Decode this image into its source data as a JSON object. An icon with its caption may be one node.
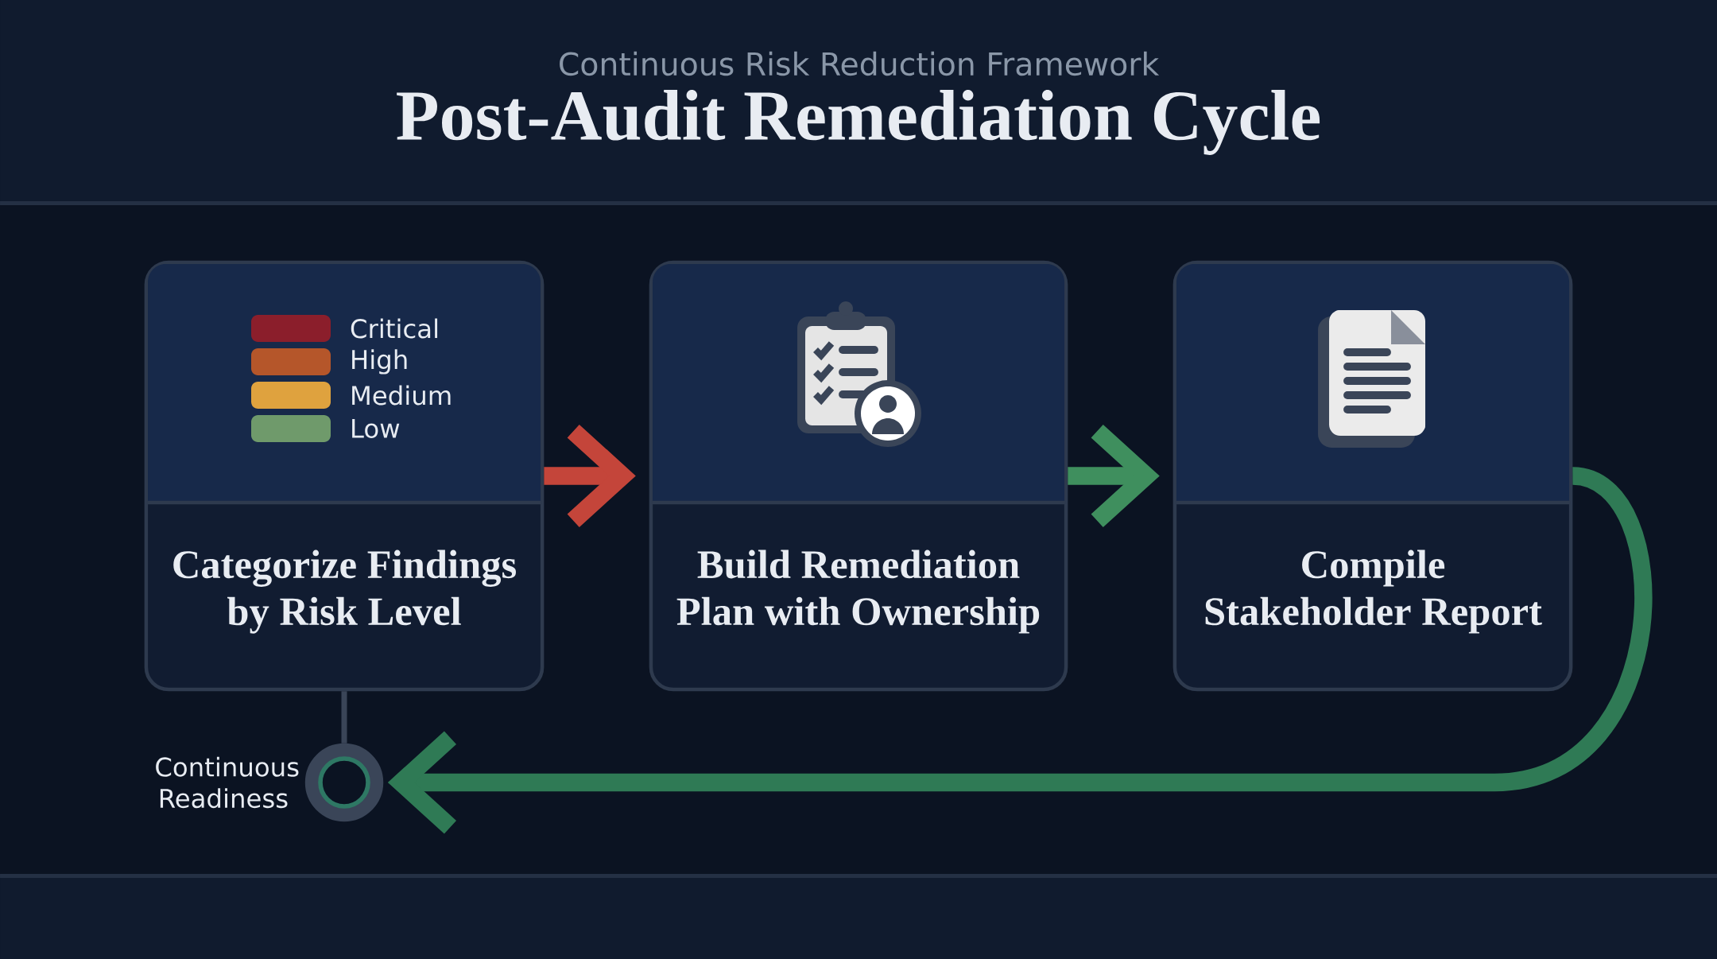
{
  "diagram": {
    "title": "Post-Audit Remediation Cycle",
    "nodes": [
      {
        "text": [
          "Categorize Findings by Risk Level"
        ]
      },
      {
        "text": [
          "Build Remediation Plan with Ownership"
        ]
      },
      {
        "text": [
          "Compile Stakeholder Report"
        ]
      },
      {
        "text": [],
        "shape": "circle",
        "beside": [
          "Continuous Readiness"
        ]
      }
    ],
    "edges": [
      {
        "from": 0,
        "to": 1,
        "arrow": "to",
        "color": "#c4453a"
      },
      {
        "from": 1,
        "to": 2,
        "arrow": "to",
        "color": "#3f8f5e"
      },
      {
        "from": 2,
        "to": 3,
        "arrow": "to",
        "color": "#2f7a55"
      },
      {
        "from": 0,
        "to": 3,
        "arrow": "none",
        "color": "#3a4558"
      }
    ],
    "labels": [
      "Continuous Risk Reduction Framework"
    ],
    "legend": [
      {
        "text": "Critical",
        "color": "#8b1e2b"
      },
      {
        "text": "High",
        "color": "#b5562a"
      },
      {
        "text": "Medium",
        "color": "#dfa23e"
      },
      {
        "text": "Low",
        "color": "#6f9a6b"
      }
    ]
  }
}
